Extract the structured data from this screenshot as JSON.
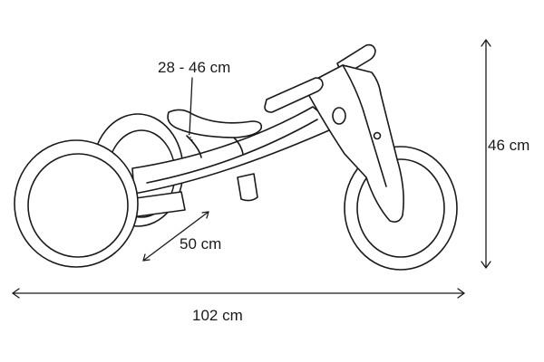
{
  "dimensions": {
    "seat_height": "28 - 46 cm",
    "wheelbase": "50 cm",
    "height": "46 cm",
    "length": "102 cm"
  }
}
